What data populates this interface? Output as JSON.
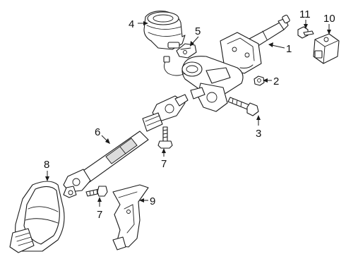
{
  "callouts": [
    {
      "id": "c1",
      "text": "1"
    },
    {
      "id": "c2",
      "text": "2"
    },
    {
      "id": "c3",
      "text": "3"
    },
    {
      "id": "c4",
      "text": "4"
    },
    {
      "id": "c5",
      "text": "5"
    },
    {
      "id": "c6",
      "text": "6"
    },
    {
      "id": "c7a",
      "text": "7"
    },
    {
      "id": "c7b",
      "text": "7"
    },
    {
      "id": "c8",
      "text": "8"
    },
    {
      "id": "c9",
      "text": "9"
    },
    {
      "id": "c10",
      "text": "10"
    },
    {
      "id": "c11",
      "text": "11"
    }
  ],
  "colors": {
    "line": "#1a1a1a",
    "background": "#ffffff",
    "shade": "#dcdcdc"
  }
}
